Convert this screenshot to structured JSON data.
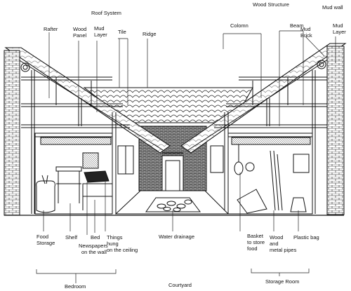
{
  "labels": {
    "roof_system": "Roof System",
    "wood_structure": "Wood Structure",
    "mud_wall_top": "Mud wall",
    "rafter": "Rafter",
    "wood_panel": "Wood Panel",
    "mud_layer_left": "Mud Layer",
    "tile": "Tile",
    "ridge": "Ridge",
    "colomn": "Colomn",
    "beam": "Beam",
    "mud_brick": "Mud Brick",
    "mud_layer_right": "Mud Layer",
    "food_storage": "Food Storage",
    "shelf": "Shelf",
    "newspapers": "Newspapers on the wall",
    "bed": "Bed",
    "things_hung": "Things hung on the ceiling",
    "water_drainage": "Water drainage",
    "basket": "Basket to store food",
    "wood_metal_pipes": "Wood and metal pipes",
    "plastic_bag": "Plastic bag",
    "bedroom": "Bedroom",
    "courtyard": "Courtyard",
    "storage_room": "Storage Room"
  }
}
